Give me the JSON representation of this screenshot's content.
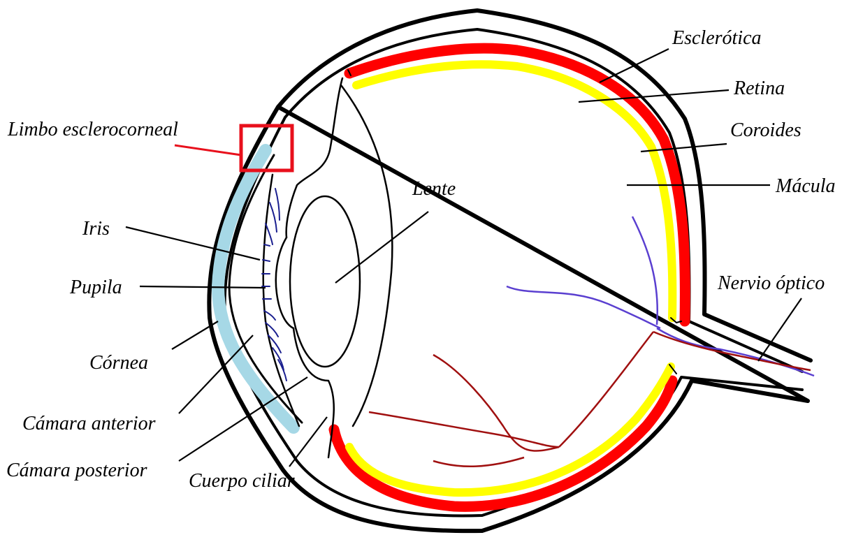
{
  "labels": {
    "esclerotica": "Esclerótica",
    "retina": "Retina",
    "coroides": "Coroides",
    "macula": "Mácula",
    "nervio_optico": "Nervio óptico",
    "limbo": "Limbo esclerocorneal",
    "lente": "Lente",
    "iris": "Iris",
    "pupila": "Pupila",
    "cornea": "Córnea",
    "camara_anterior": "Cámara anterior",
    "camara_posterior": "Cámara posterior",
    "cuerpo_ciliar": "Cuerpo ciliar"
  },
  "colors": {
    "outline": "#000000",
    "choroid": "#ff0000",
    "retina": "#ffff00",
    "cornea": "#a6d8e6",
    "limbus_box": "#e8101c",
    "iris_strokes": "#1a1f8f",
    "vein": "#5a3fd0",
    "artery": "#a01010"
  }
}
